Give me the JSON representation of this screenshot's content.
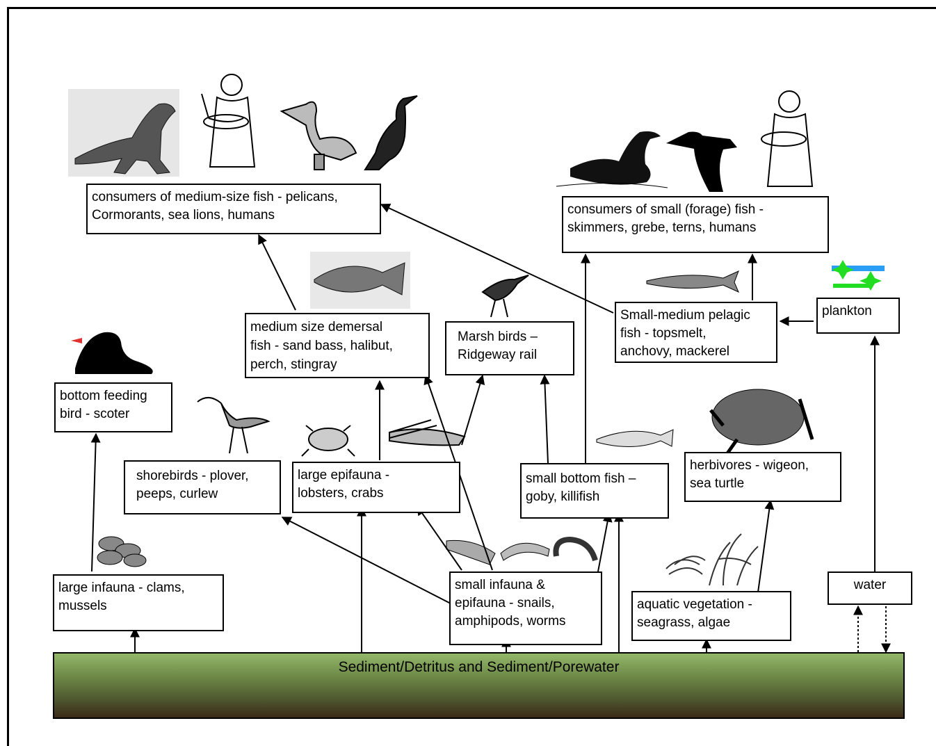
{
  "nodes": {
    "consumers_medium_fish": {
      "lines": [
        "consumers of medium-size fish - pelicans,",
        "Cormorants, sea lions, humans"
      ]
    },
    "consumers_small_fish": {
      "lines": [
        "consumers of small (forage) fish -",
        "skimmers, grebe, terns, humans"
      ]
    },
    "medium_demersal_fish": {
      "lines": [
        "medium size demersal",
        "fish - sand bass, halibut,",
        "perch, stingray"
      ]
    },
    "marsh_birds": {
      "lines": [
        "Marsh birds –",
        "Ridgeway rail"
      ]
    },
    "pelagic_fish": {
      "lines": [
        "Small-medium pelagic",
        "fish - topsmelt,",
        "anchovy, mackerel"
      ]
    },
    "plankton": {
      "lines": [
        "plankton"
      ]
    },
    "bottom_feeding_bird": {
      "lines": [
        "bottom feeding",
        "bird - scoter"
      ]
    },
    "shorebirds": {
      "lines": [
        "shorebirds - plover,",
        "peeps, curlew"
      ]
    },
    "large_epifauna": {
      "lines": [
        "large epifauna -",
        "lobsters, crabs"
      ]
    },
    "small_bottom_fish": {
      "lines": [
        "small bottom fish –",
        "goby, killifish"
      ]
    },
    "herbivores": {
      "lines": [
        "herbivores - wigeon,",
        "sea turtle"
      ]
    },
    "large_infauna": {
      "lines": [
        "large infauna - clams,",
        "mussels"
      ]
    },
    "small_infauna": {
      "lines": [
        "small infauna &",
        "epifauna - snails,",
        "amphipods, worms"
      ]
    },
    "aquatic_vegetation": {
      "lines": [
        "aquatic vegetation -",
        "seagrass, algae"
      ]
    },
    "water": {
      "lines": [
        "water"
      ]
    }
  },
  "sediment": {
    "label": "Sediment/Detritus and Sediment/Porewater"
  },
  "colors": {
    "sediment_top": "#93b86a",
    "sediment_bottom": "#3b2a18",
    "plankton_icon": "#22dd22",
    "scoter_bill": "#e03030"
  },
  "illustrations": [
    "sea-lion",
    "fisherman",
    "pelican",
    "cormorant",
    "grebe",
    "skimmer",
    "fisherman",
    "bass",
    "rail",
    "anchovy",
    "plankton",
    "scoter",
    "curlew",
    "crab",
    "lobster",
    "goby",
    "sea-turtle",
    "clams",
    "snail",
    "amphipod",
    "worm",
    "seagrass",
    "algae"
  ]
}
